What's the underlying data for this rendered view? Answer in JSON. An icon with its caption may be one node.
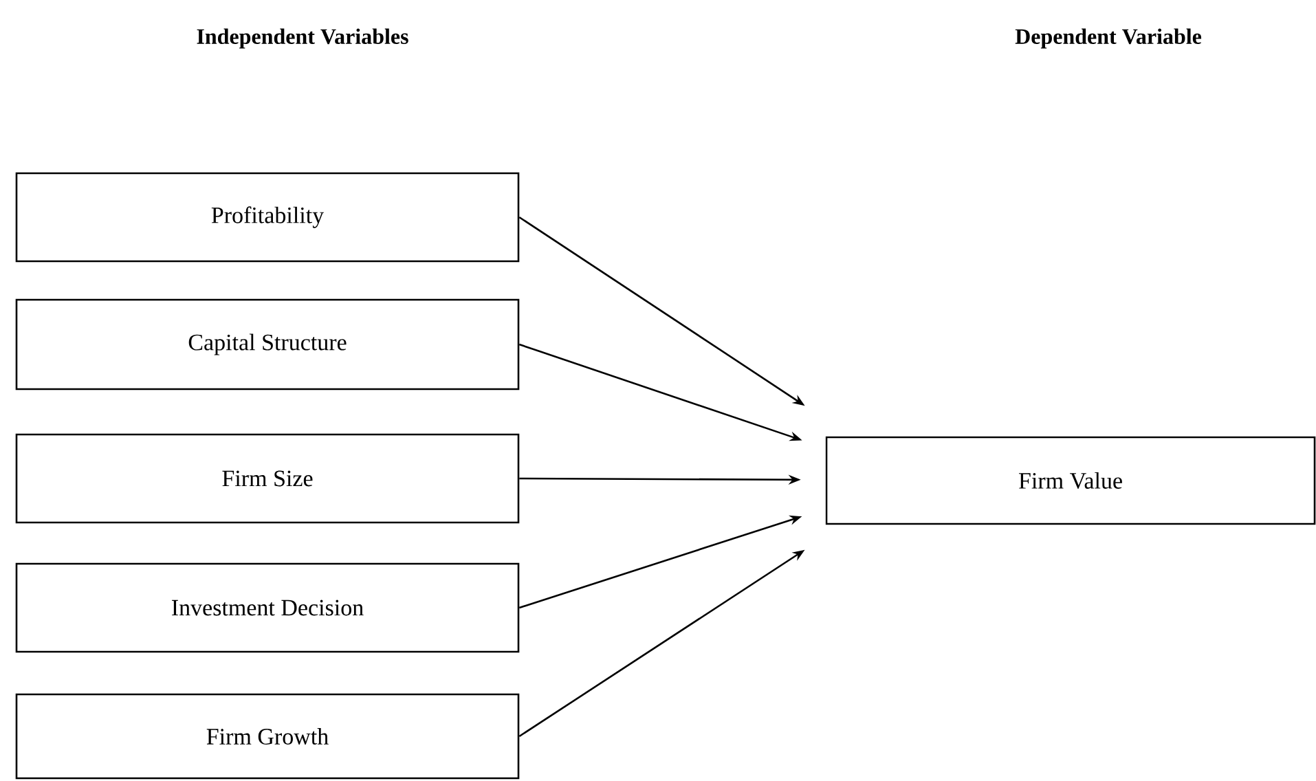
{
  "diagram": {
    "nodes": [
      {
        "text": [
          "Profitability"
        ]
      },
      {
        "text": [
          "Capital Structure"
        ]
      },
      {
        "text": [
          "Firm Size"
        ]
      },
      {
        "text": [
          "Investment Decision"
        ]
      },
      {
        "text": [
          "Firm Growth"
        ]
      },
      {
        "text": [
          "Firm Value"
        ]
      }
    ],
    "edges": [
      {
        "from": 0,
        "to": 5,
        "arrow": "to"
      },
      {
        "from": 1,
        "to": 5,
        "arrow": "to"
      },
      {
        "from": 2,
        "to": 5,
        "arrow": "to"
      },
      {
        "from": 3,
        "to": 5,
        "arrow": "to"
      },
      {
        "from": 4,
        "to": 5,
        "arrow": "to"
      }
    ],
    "labels": [
      "Independent Variables",
      "Dependent Variable"
    ]
  }
}
